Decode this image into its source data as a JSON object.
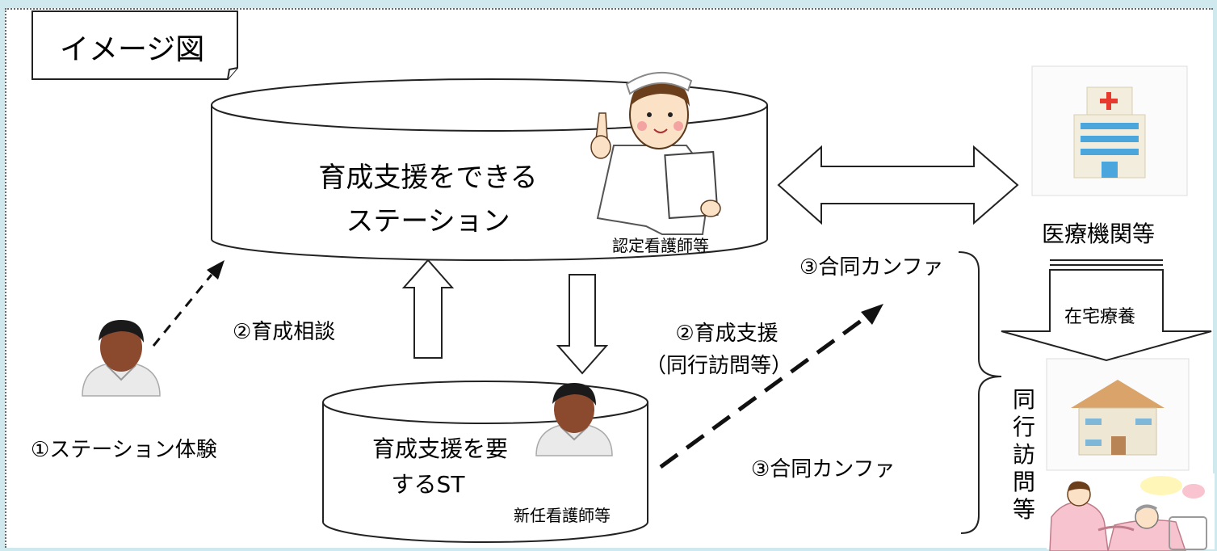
{
  "title_tag": "イメージ図",
  "top_station": {
    "line1": "育成支援をできる",
    "line2": "ステーション"
  },
  "certified_nurse": "認定看護師等",
  "medical_institution": "医療機関等",
  "home_care": "在宅療養",
  "joint_conf_top": "③合同カンファ",
  "joint_conf_bottom": "③合同カンファ",
  "training_consult": "②育成相談",
  "training_support": {
    "line1": "②育成支援",
    "line2": "（同行訪問等）"
  },
  "station_experience": "①ステーション体験",
  "bottom_station": {
    "line1": "育成支援を要",
    "line2": "するST"
  },
  "new_nurse": "新任看護師等",
  "accompany_visit": "同行訪問等",
  "colors": {
    "background": "#cfe9ef",
    "hospital_cross": "#e8392e",
    "hospital_stripe": "#4aa6dc",
    "house_roof": "#d9a36a",
    "person_skin": "#8b4a2e"
  }
}
